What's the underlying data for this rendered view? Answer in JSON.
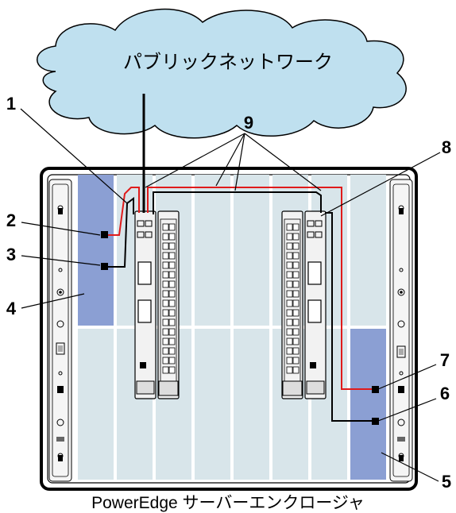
{
  "cloud": {
    "label": "パブリックネットワーク"
  },
  "caption": "PowerEdge サーバーエンクロージャ",
  "callouts": [
    "1",
    "2",
    "3",
    "4",
    "5",
    "6",
    "7",
    "8",
    "9"
  ],
  "colors": {
    "cloud_fill": "#bfe0ef",
    "slot_fill": "#d8e5ea",
    "highlight_slot": "#8b9fd3",
    "red_cable": "#e01b1b",
    "black_cable": "#000000",
    "module_fill": "#f2f2f2"
  },
  "icons": [
    "cloud-icon",
    "network-port-icon",
    "switch-module-icon",
    "server-enclosure-icon"
  ]
}
